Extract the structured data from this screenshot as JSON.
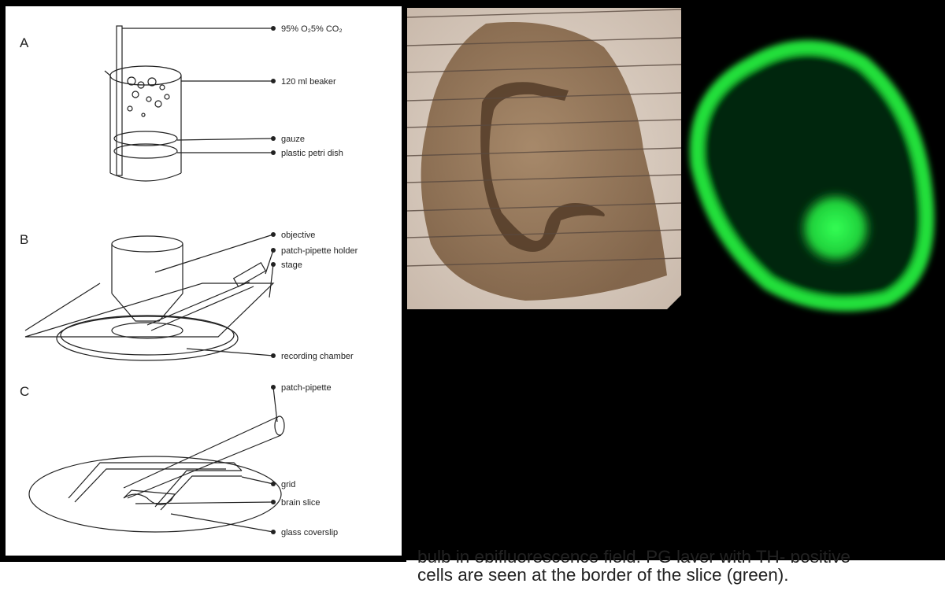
{
  "diagram": {
    "panels": [
      {
        "letter": "A",
        "labels": [
          "95% O₂5% CO₂",
          "120 ml beaker",
          "gauze",
          "plastic petri dish"
        ]
      },
      {
        "letter": "B",
        "labels": [
          "objective",
          "patch-pipette holder",
          "stage",
          "recording chamber"
        ]
      },
      {
        "letter": "C",
        "labels": [
          "patch-pipette",
          "grid",
          "brain slice",
          "glass coverslip"
        ]
      }
    ]
  },
  "caption": {
    "line1": "bulb in epifluorescence field, PG layer with TH- positive",
    "line2": "cells are seen at the border of the slice (green)."
  },
  "colors": {
    "fluorescence": "#22e03a",
    "brightfield_bg": "#d8c9bc",
    "tissue": "#8b6a4c"
  }
}
